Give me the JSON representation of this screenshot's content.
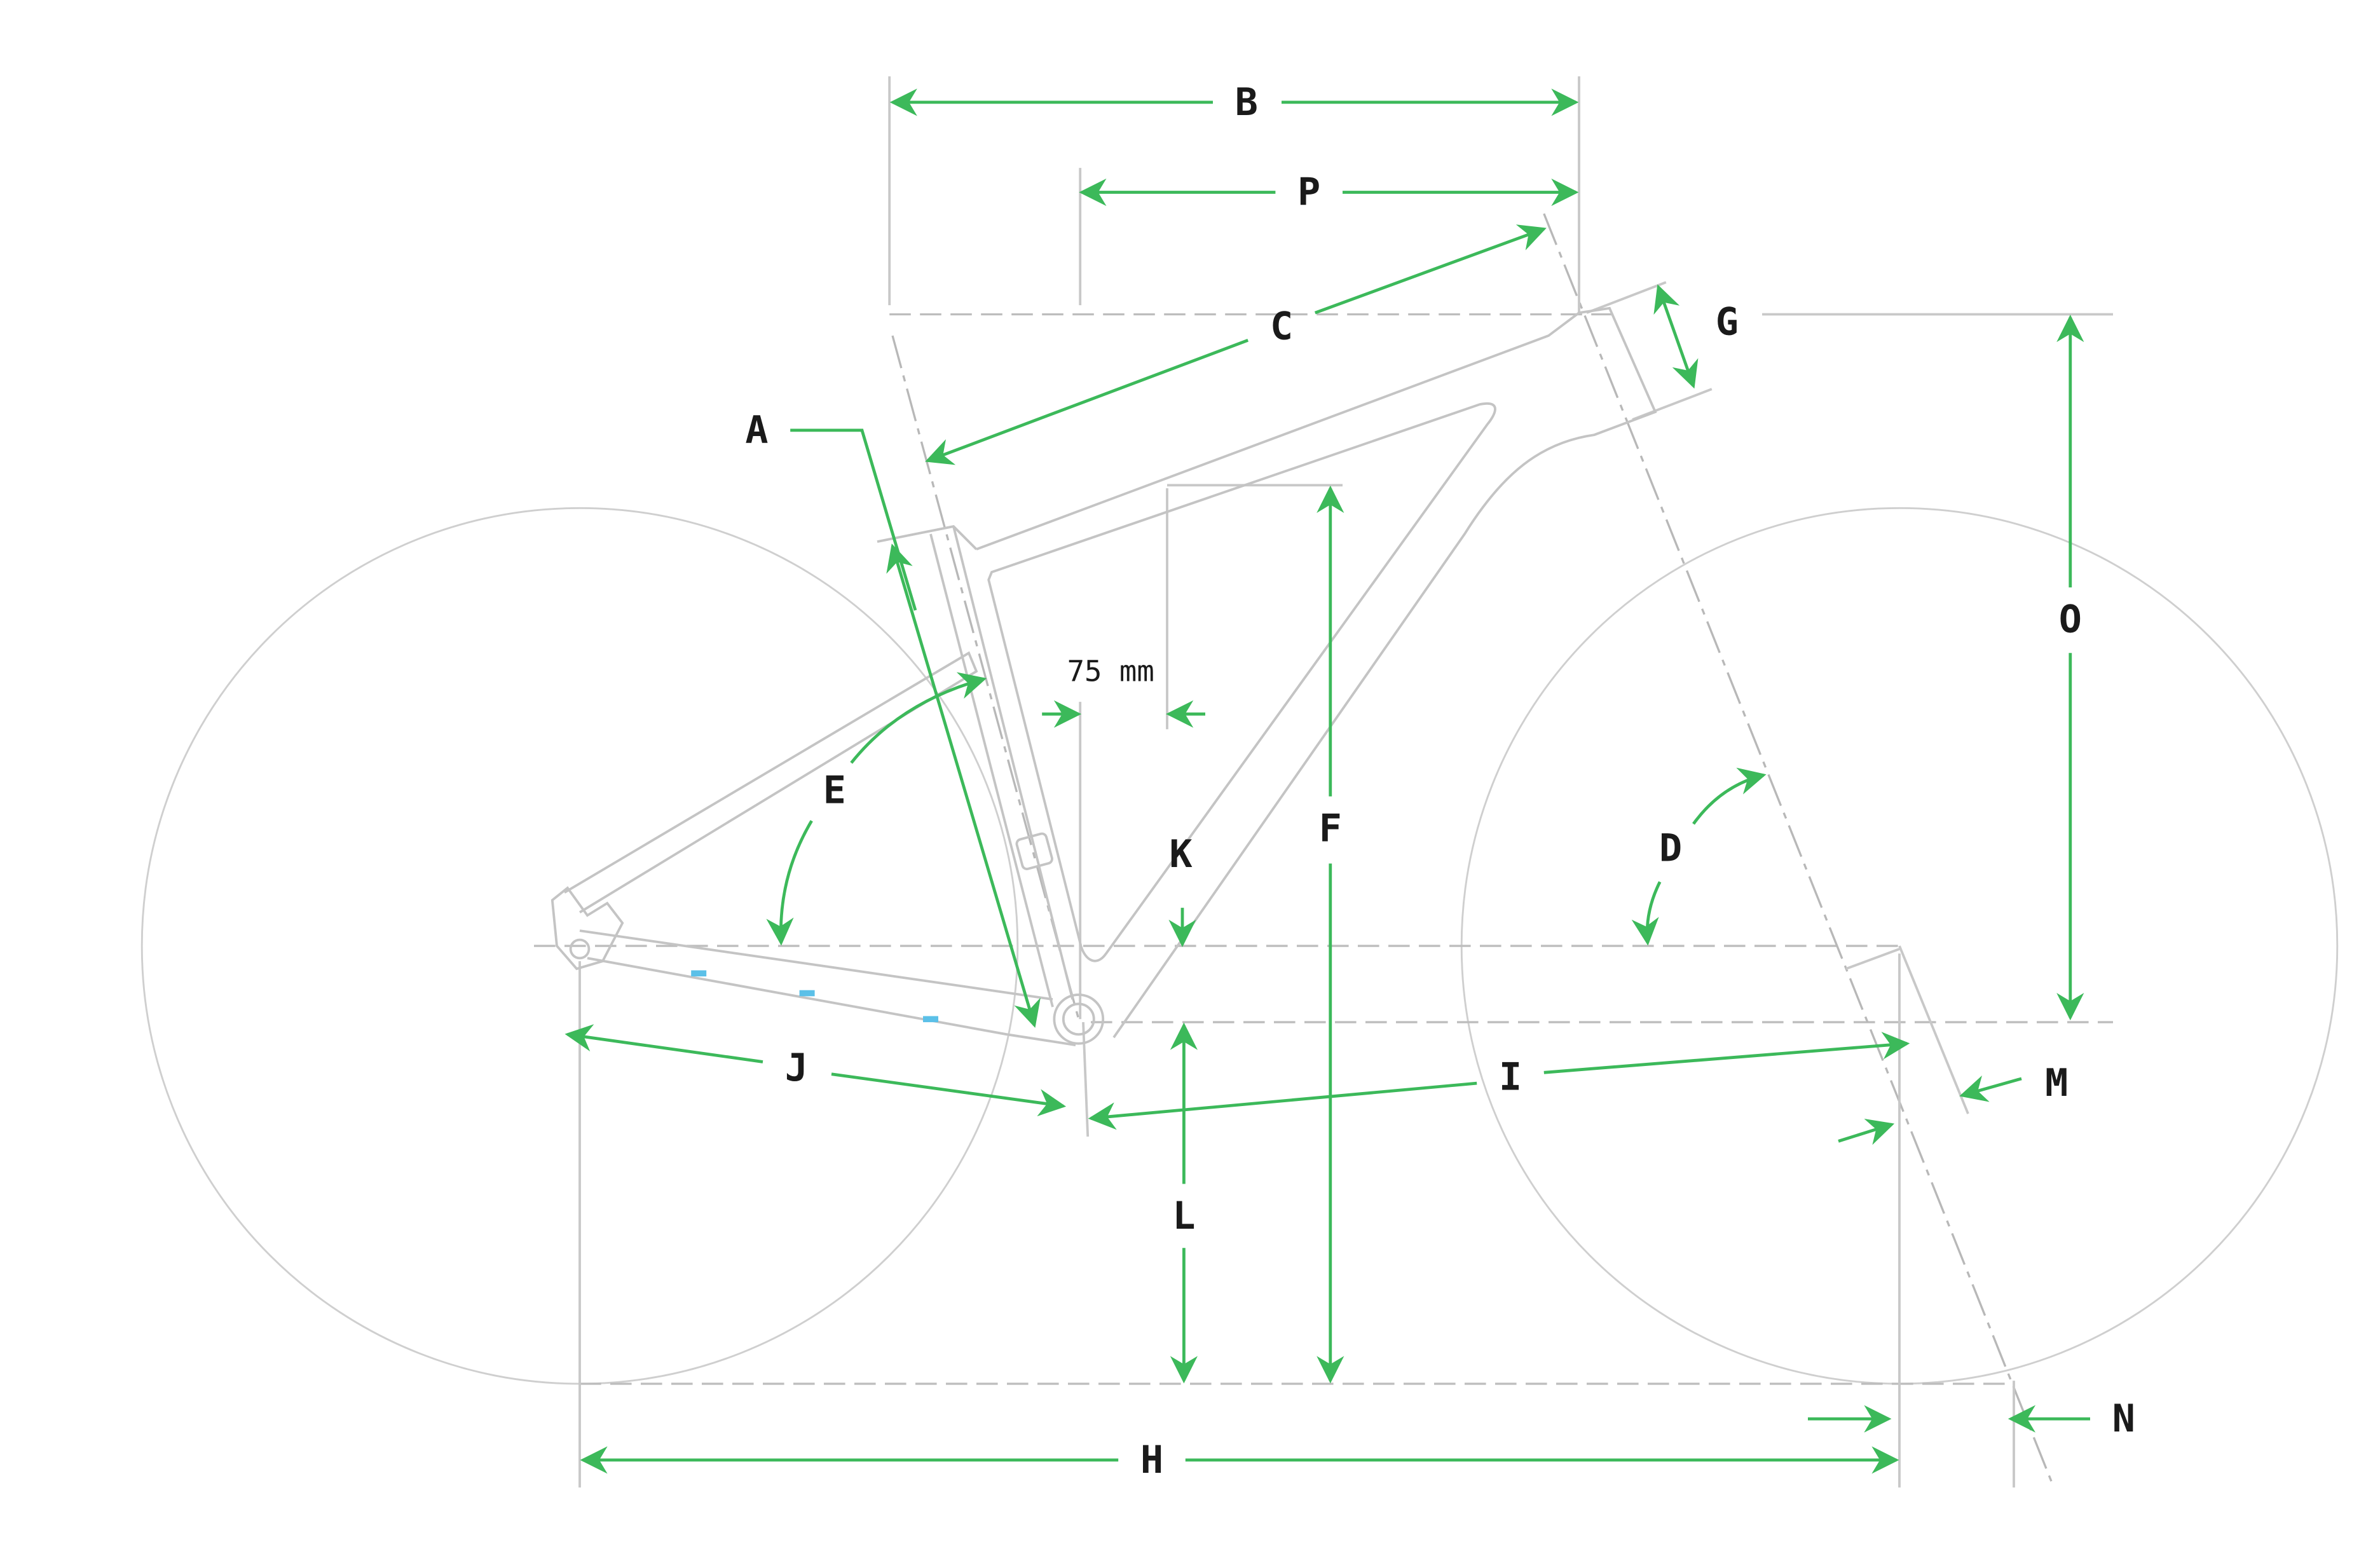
{
  "diagram": {
    "labels": {
      "A": "A",
      "B": "B",
      "C": "C",
      "D": "D",
      "E": "E",
      "F": "F",
      "G": "G",
      "H": "H",
      "I": "I",
      "J": "J",
      "K": "K",
      "L": "L",
      "M": "M",
      "N": "N",
      "O": "O",
      "P": "P"
    },
    "offset_note": "75 mm"
  },
  "colors": {
    "dimension": "#3cb95a",
    "frame": "#c4c4c4",
    "accent_parts": "#5bc0e8"
  }
}
